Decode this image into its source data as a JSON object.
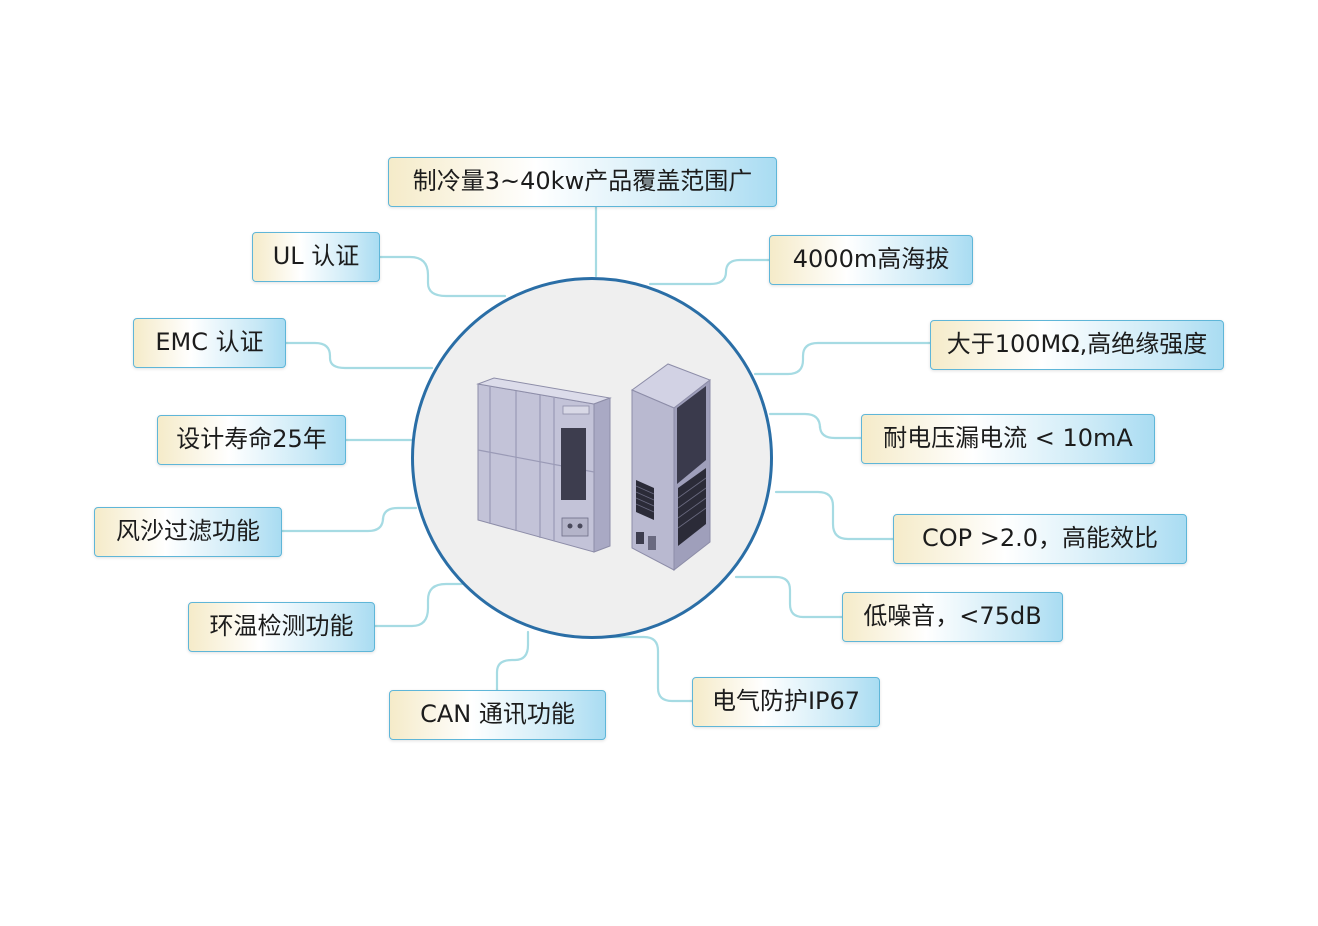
{
  "colors": {
    "connector": "#a6dbe3",
    "hub_border": "#2a6ea6",
    "hub_fill": "#efefef",
    "box_border": "#5fb6d8"
  },
  "features": [
    {
      "id": "cooling-capacity",
      "text": "制冷量3~40kw产品覆盖范围广"
    },
    {
      "id": "ul-cert",
      "text": "UL 认证"
    },
    {
      "id": "altitude",
      "text": "4000m高海拔"
    },
    {
      "id": "emc-cert",
      "text": "EMC 认证"
    },
    {
      "id": "insulation",
      "text": "大于100MΩ,高绝缘强度"
    },
    {
      "id": "design-life",
      "text": "设计寿命25年"
    },
    {
      "id": "leakage",
      "text": "耐电压漏电流 < 10mA"
    },
    {
      "id": "sand-filter",
      "text": "风沙过滤功能"
    },
    {
      "id": "cop",
      "text": "COP >2.0，高能效比"
    },
    {
      "id": "env-temp",
      "text": "环温检测功能"
    },
    {
      "id": "low-noise",
      "text": "低噪音，<75dB"
    },
    {
      "id": "can-comm",
      "text": "CAN 通讯功能"
    },
    {
      "id": "ip67",
      "text": "电气防护IP67"
    }
  ]
}
